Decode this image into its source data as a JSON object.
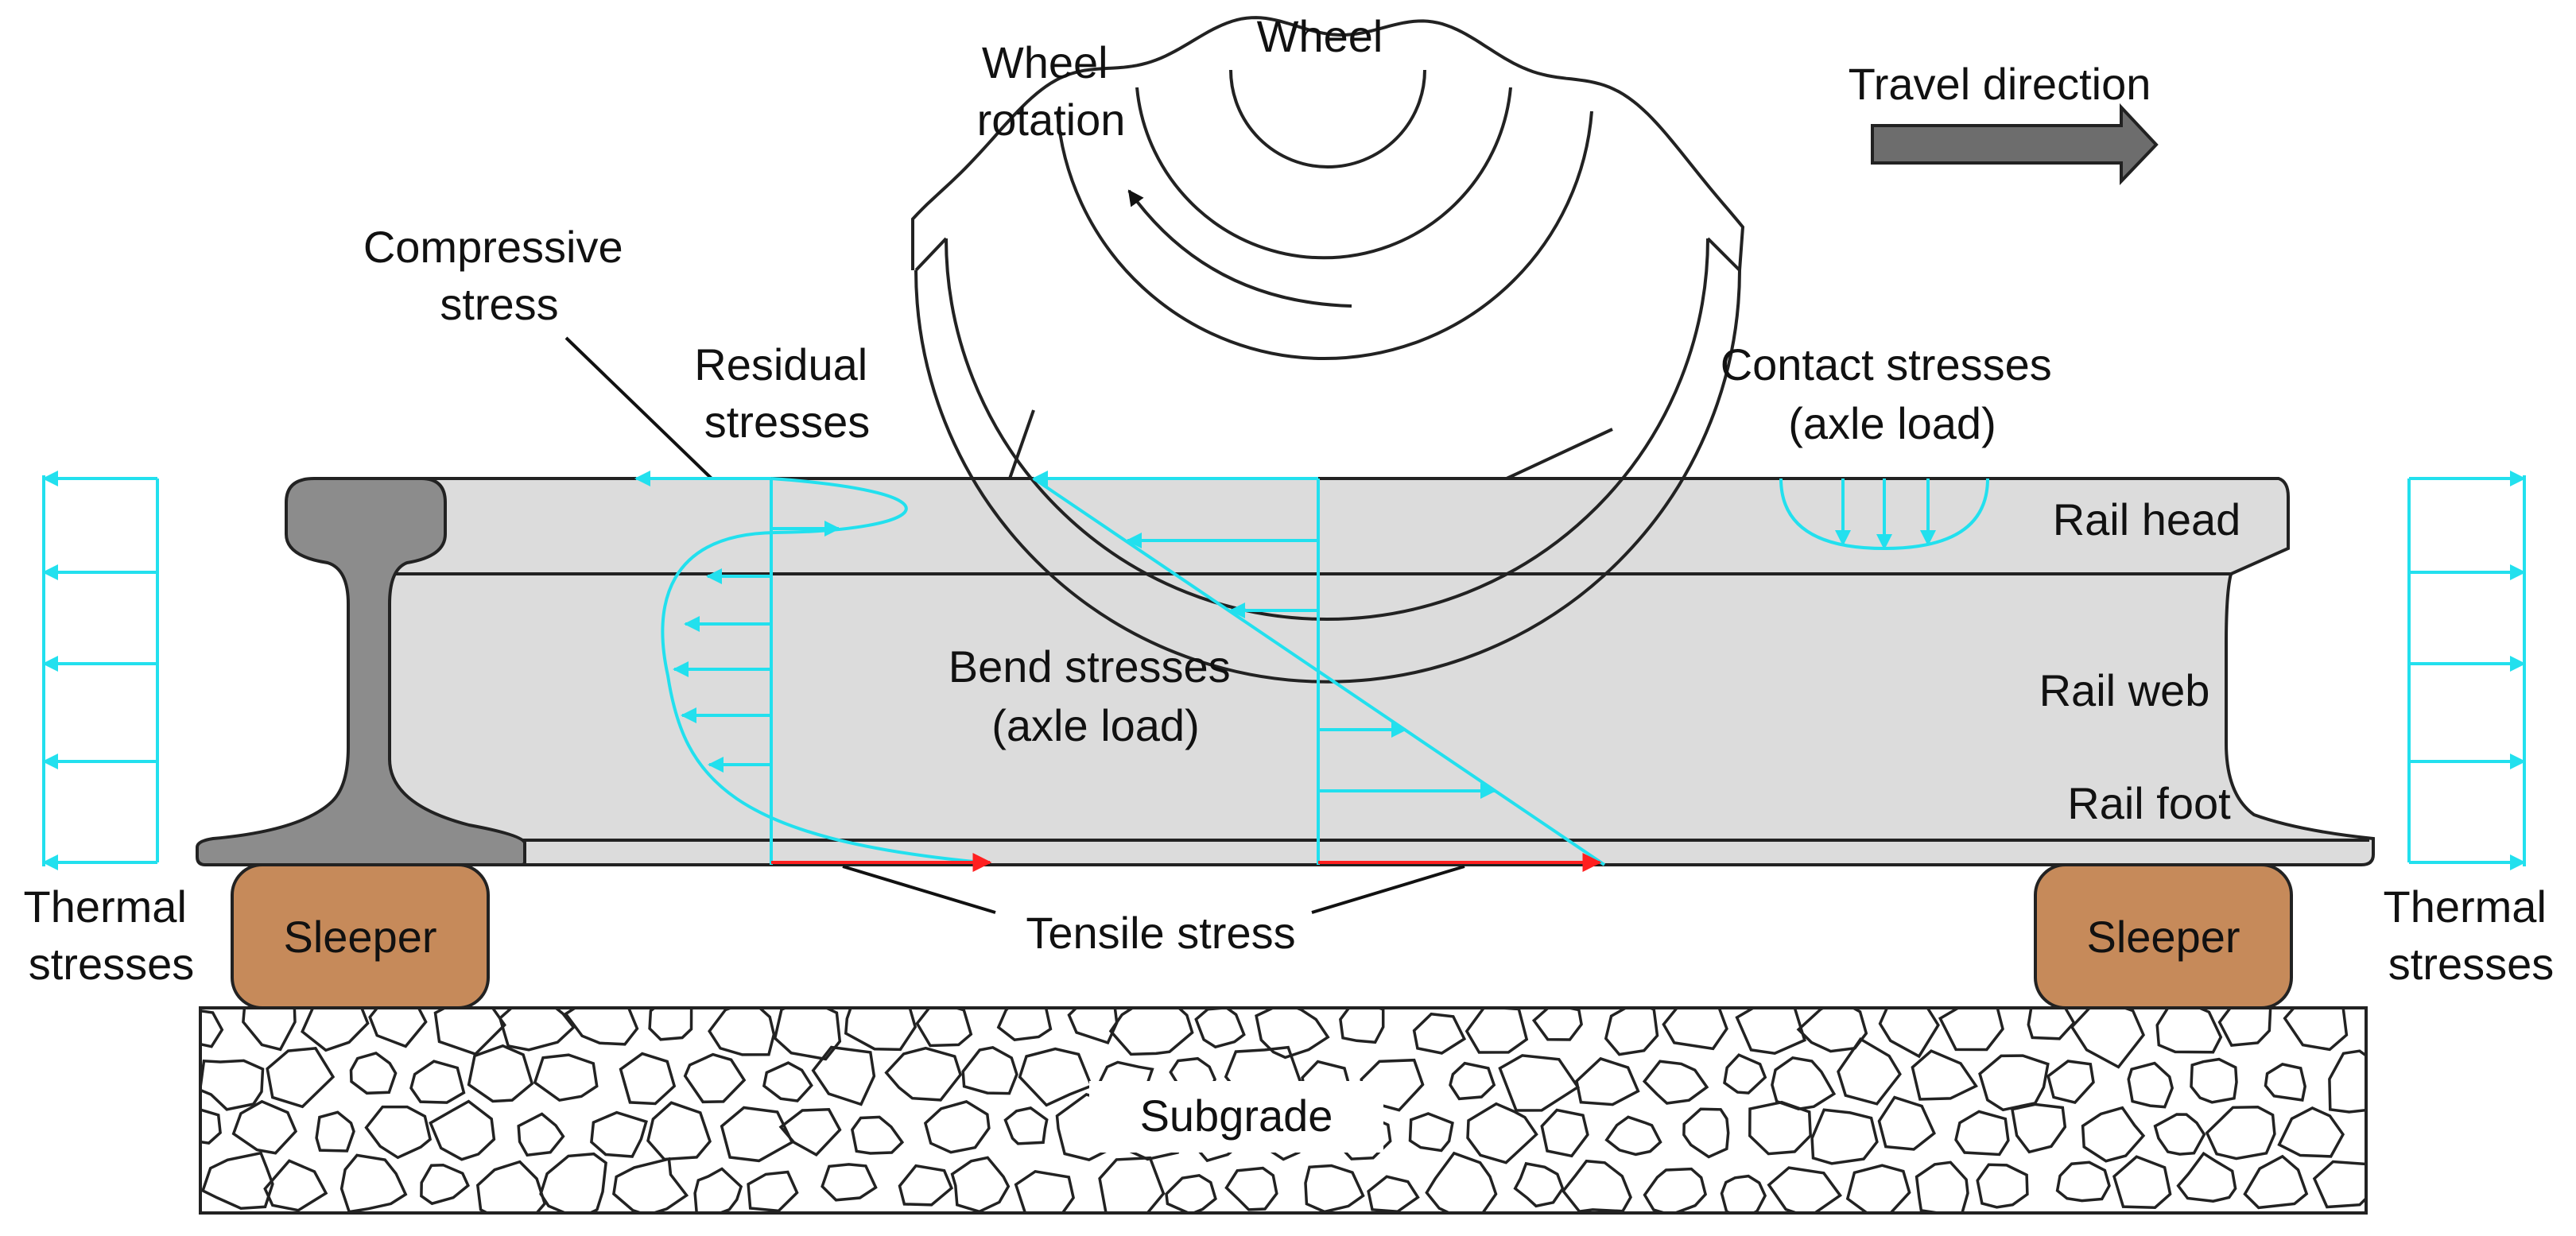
{
  "labels": {
    "wheel": "Wheel",
    "wheel_rotation": [
      "Wheel",
      "rotation"
    ],
    "travel_direction": "Travel direction",
    "compressive_stress": [
      "Compressive",
      "stress"
    ],
    "residual_stresses": [
      "Residual",
      "stresses"
    ],
    "contact_stresses": [
      "Contact stresses",
      "(axle load)"
    ],
    "rail_head": "Rail head",
    "rail_web": "Rail web",
    "rail_foot": "Rail foot",
    "bend_stresses": [
      "Bend stresses",
      "(axle load)"
    ],
    "tensile_stress": "Tensile stress",
    "thermal_left": [
      "Thermal",
      "stresses"
    ],
    "thermal_right": [
      "Thermal",
      "stresses"
    ],
    "sleeper_left": "Sleeper",
    "sleeper_right": "Sleeper",
    "subgrade": "Subgrade"
  },
  "colors": {
    "stress_lines": "#22e0ee",
    "tensile": "#ff2020",
    "rail_fill": "#dcdcdc",
    "rail_section": "#8c8c8c",
    "sleeper": "#c68a5a",
    "arrow_fill": "#6d6d6d"
  }
}
